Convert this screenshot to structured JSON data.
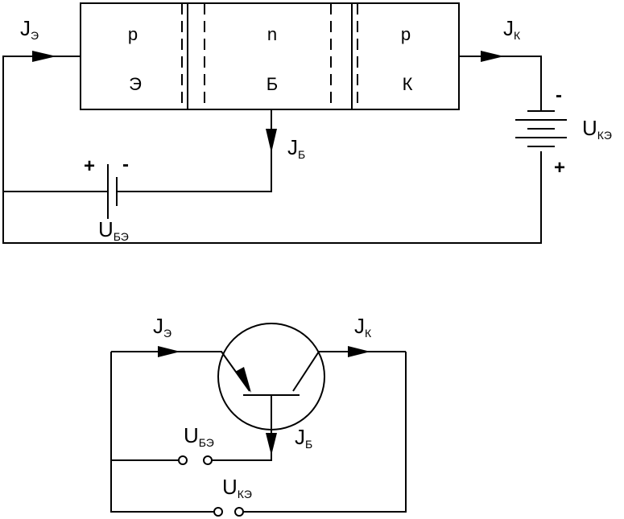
{
  "structure": {
    "regions": [
      {
        "type": "p",
        "electrode": "Э"
      },
      {
        "type": "n",
        "electrode": "Б"
      },
      {
        "type": "p",
        "electrode": "К"
      }
    ],
    "currents": {
      "emitter": {
        "main": "J",
        "sub": "Э"
      },
      "collector": {
        "main": "J",
        "sub": "К"
      },
      "base": {
        "main": "J",
        "sub": "Б"
      }
    },
    "sources": {
      "base_emitter": {
        "main": "U",
        "sub": "БЭ",
        "plus": "+",
        "minus": "-"
      },
      "collector_emitter": {
        "main": "U",
        "sub": "КЭ",
        "plus": "+",
        "minus": "-"
      }
    }
  },
  "symbol": {
    "currents": {
      "emitter": {
        "main": "J",
        "sub": "Э"
      },
      "collector": {
        "main": "J",
        "sub": "К"
      },
      "base": {
        "main": "J",
        "sub": "Б"
      }
    },
    "voltages": {
      "base_emitter": {
        "main": "U",
        "sub": "БЭ"
      },
      "collector_emitter": {
        "main": "U",
        "sub": "КЭ"
      }
    }
  }
}
